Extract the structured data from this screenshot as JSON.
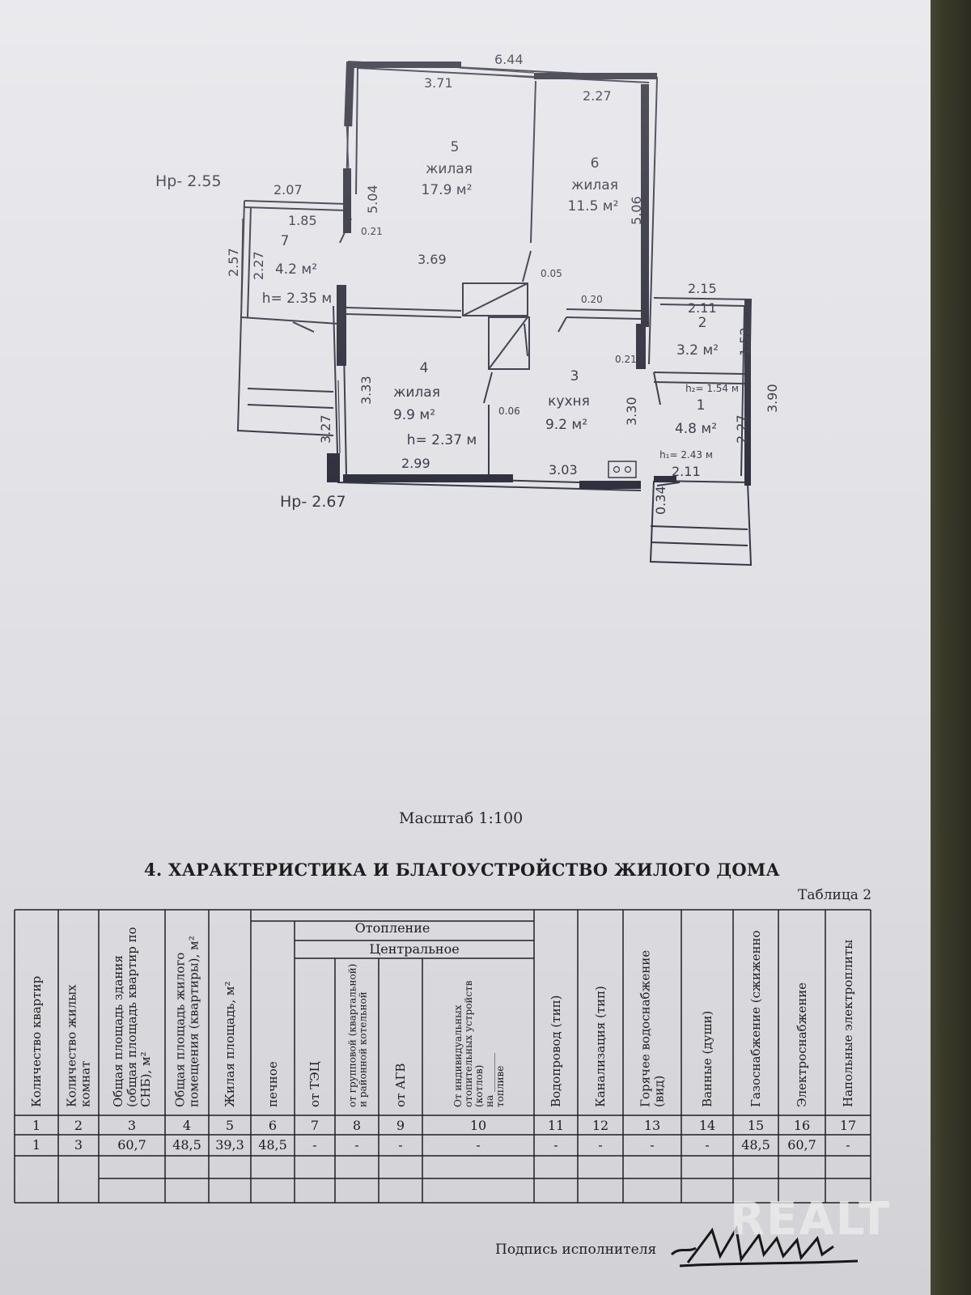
{
  "plan": {
    "rooms": [
      {
        "num": "5",
        "type": "жилая",
        "area": "17.9 м²"
      },
      {
        "num": "6",
        "type": "жилая",
        "area": "11.5 м²"
      },
      {
        "num": "7",
        "area": "4.2 м²",
        "height": "h= 2.35 м"
      },
      {
        "num": "4",
        "type": "жилая",
        "area": "9.9 м²",
        "height": "h= 2.37 м"
      },
      {
        "num": "3",
        "type": "кухня",
        "area": "9.2 м²"
      },
      {
        "num": "2",
        "area": "3.2 м²"
      },
      {
        "num": "1",
        "area": "4.8 м²",
        "height": "h₁= 2.43 м",
        "height2": "h₂= 1.54 м"
      }
    ],
    "dims": [
      "6.44",
      "3.71",
      "2.27",
      "5.04",
      "5.06",
      "2.07",
      "1.85",
      "2.57",
      "2.27",
      "0.21",
      "3.69",
      "0.05",
      "0.20",
      "2.15",
      "2.11",
      "1.52",
      "0.21",
      "3.90",
      "3.33",
      "3.27",
      "0.06",
      "3.30",
      "2.27",
      "2.99",
      "3.03",
      "2.11",
      "0.34"
    ],
    "levels": [
      "Нр- 2.55",
      "Нр- 2.67"
    ]
  },
  "scale_label": "Масштаб  1:100",
  "section_title": "4. ХАРАКТЕРИСТИКА И БЛАГОУСТРОЙСТВО ЖИЛОГО ДОМА",
  "table_label": "Таблица 2",
  "table": {
    "group_heating": "Отопление",
    "group_central": "Центральное",
    "headers": [
      "Количество квартир",
      "Количество жилых|комнат",
      "Общая площадь здания|(общая площадь квартир по|СНБ), м²",
      "Общая площадь жилого|помещения (квартиры), м²",
      "Жилая площадь, м²",
      "печное",
      "от ТЭЦ",
      "от групповой (квартальной)|и районной котельной",
      "от АГВ",
      "От индивидуальных|отопительных устройств|(котлов)|на ________|топливе",
      "Водопровод (тип)",
      "Канализация (тип)",
      "Горячее водоснабжение|(вид)",
      "Ванные (души)",
      "Газоснабжение (сжиженно",
      "Электроснабжение",
      "Напольные электроплиты"
    ],
    "numbers": [
      "1",
      "2",
      "3",
      "4",
      "5",
      "6",
      "7",
      "8",
      "9",
      "10",
      "11",
      "12",
      "13",
      "14",
      "15",
      "16",
      "17"
    ],
    "values": [
      "1",
      "3",
      "60,7",
      "48,5",
      "39,3",
      "48,5",
      "-",
      "-",
      "-",
      "-",
      "-",
      "-",
      "-",
      "-",
      "48,5",
      "60,7",
      "-"
    ]
  },
  "signature_label": "Подпись исполнителя",
  "watermark": "REALT"
}
